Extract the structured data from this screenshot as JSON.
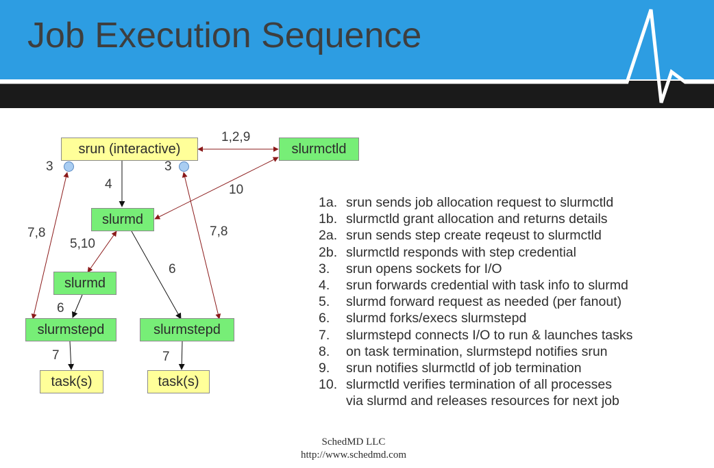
{
  "slide": {
    "title": "Job Execution Sequence",
    "colors": {
      "header_blue": "#2d9de2",
      "header_dark": "#1a1a1a",
      "node_yellow": "#ffff99",
      "node_green": "#77ee77",
      "arrow_red": "#8b1a1a"
    }
  },
  "diagram": {
    "nodes": {
      "srun": "srun (interactive)",
      "slurmctld": "slurmctld",
      "slurmd_main": "slurmd",
      "slurmd_child": "slurmd",
      "slurmstepd_left": "slurmstepd",
      "slurmstepd_right": "slurmstepd",
      "task_left": "task(s)",
      "task_right": "task(s)"
    },
    "labels": {
      "srun_ctld": "1,2,9",
      "socket_left": "3",
      "socket_right": "3",
      "srun_slurmd": "4",
      "ctld_slurmd": "10",
      "io_left": "7,8",
      "io_right": "7,8",
      "slurmd_child": "5,10",
      "slurmd_fork": "6",
      "child_stepd": "6",
      "task_left": "7",
      "task_right": "7"
    }
  },
  "steps": [
    {
      "num": "1a.",
      "text": "srun sends job allocation request to slurmctld"
    },
    {
      "num": "1b.",
      "text": "slurmctld grant allocation and returns details"
    },
    {
      "num": "2a.",
      "text": "srun sends step create reqeust to slurmctld"
    },
    {
      "num": "2b.",
      "text": "slurmctld responds with step credential"
    },
    {
      "num": "3.",
      "text": "srun opens sockets for I/O"
    },
    {
      "num": "4.",
      "text": "srun forwards credential with task info to slurmd"
    },
    {
      "num": "5.",
      "text": "slurmd forward request as needed (per fanout)"
    },
    {
      "num": "6.",
      "text": "slurmd forks/execs slurmstepd"
    },
    {
      "num": "7.",
      "text": "slurmstepd connects I/O to run & launches tasks"
    },
    {
      "num": "8.",
      "text": "on task termination, slurmstepd notifies srun"
    },
    {
      "num": "9.",
      "text": "srun notifies slurmctld of job termination"
    },
    {
      "num": "10.",
      "text": "slurmctld verifies termination of all processes\nvia slurmd and releases resources for next job"
    }
  ],
  "footer": {
    "company": "SchedMD LLC",
    "url": "http://www.schedmd.com"
  }
}
